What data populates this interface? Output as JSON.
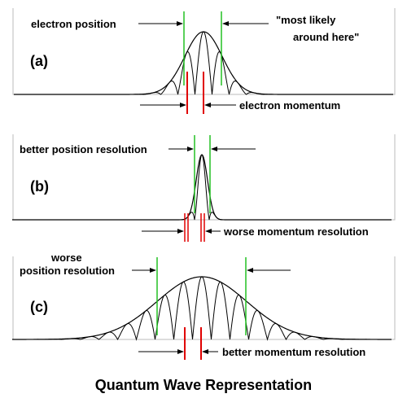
{
  "title": "Quantum Wave Representation",
  "colors": {
    "position_marker": "#22c022",
    "momentum_marker": "#e00000",
    "wave": "#000000",
    "frame": "#bbbbbb"
  },
  "panels": [
    {
      "label": "(a)",
      "annotations": {
        "position": "electron position",
        "likely_line1": "\"most likely",
        "likely_line2": "around here\"",
        "momentum": "electron momentum"
      }
    },
    {
      "label": "(b)",
      "annotations": {
        "position": "better position resolution",
        "momentum": "worse momentum resolution"
      }
    },
    {
      "label": "(c)",
      "annotations": {
        "position_line1": "worse",
        "position_line2": "position resolution",
        "momentum": "better momentum resolution"
      }
    }
  ]
}
